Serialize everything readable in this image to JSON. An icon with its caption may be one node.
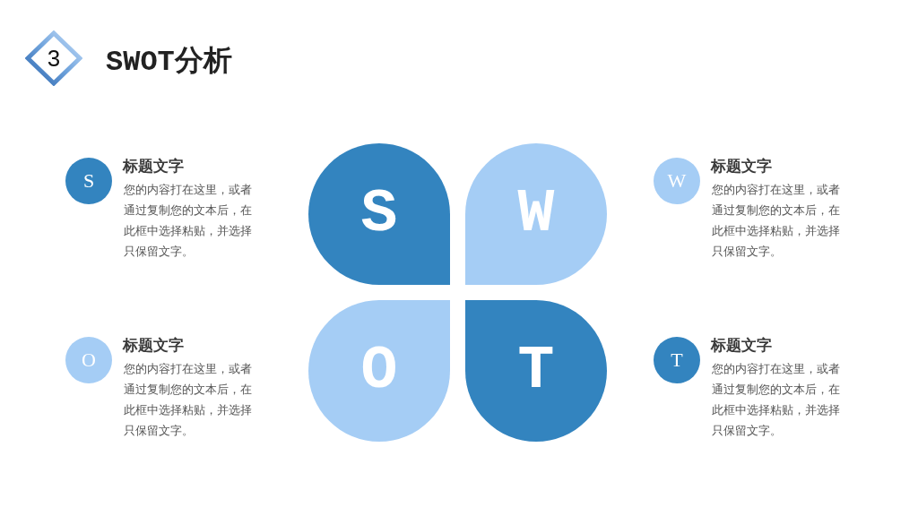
{
  "diagram": {
    "title": "SWOT分析",
    "nodes": [
      {
        "text": [
          "3"
        ]
      },
      {
        "text": [
          "S"
        ],
        "beside": [
          "标题文字",
          "您的内容打在这里，或者通过复制您的文本后，在此框中选择粘贴，并选择只保留文字。"
        ]
      },
      {
        "text": [
          "S"
        ]
      },
      {
        "text": [
          "W"
        ]
      },
      {
        "text": [
          "W"
        ],
        "beside": [
          "标题文字",
          "您的内容打在这里，或者通过复制您的文本后，在此框中选择粘贴，并选择只保留文字。"
        ]
      },
      {
        "text": [
          "O"
        ],
        "beside": [
          "标题文字",
          "您的内容打在这里，或者通过复制您的文本后，在此框中选择粘贴，并选择只保留文字。"
        ]
      },
      {
        "text": [
          "O"
        ]
      },
      {
        "text": [
          "T"
        ]
      },
      {
        "text": [
          "T"
        ],
        "beside": [
          "标题文字",
          "您的内容打在这里，或者通过复制您的文本后，在此框中选择粘贴，并选择只保留文字。"
        ]
      }
    ]
  }
}
